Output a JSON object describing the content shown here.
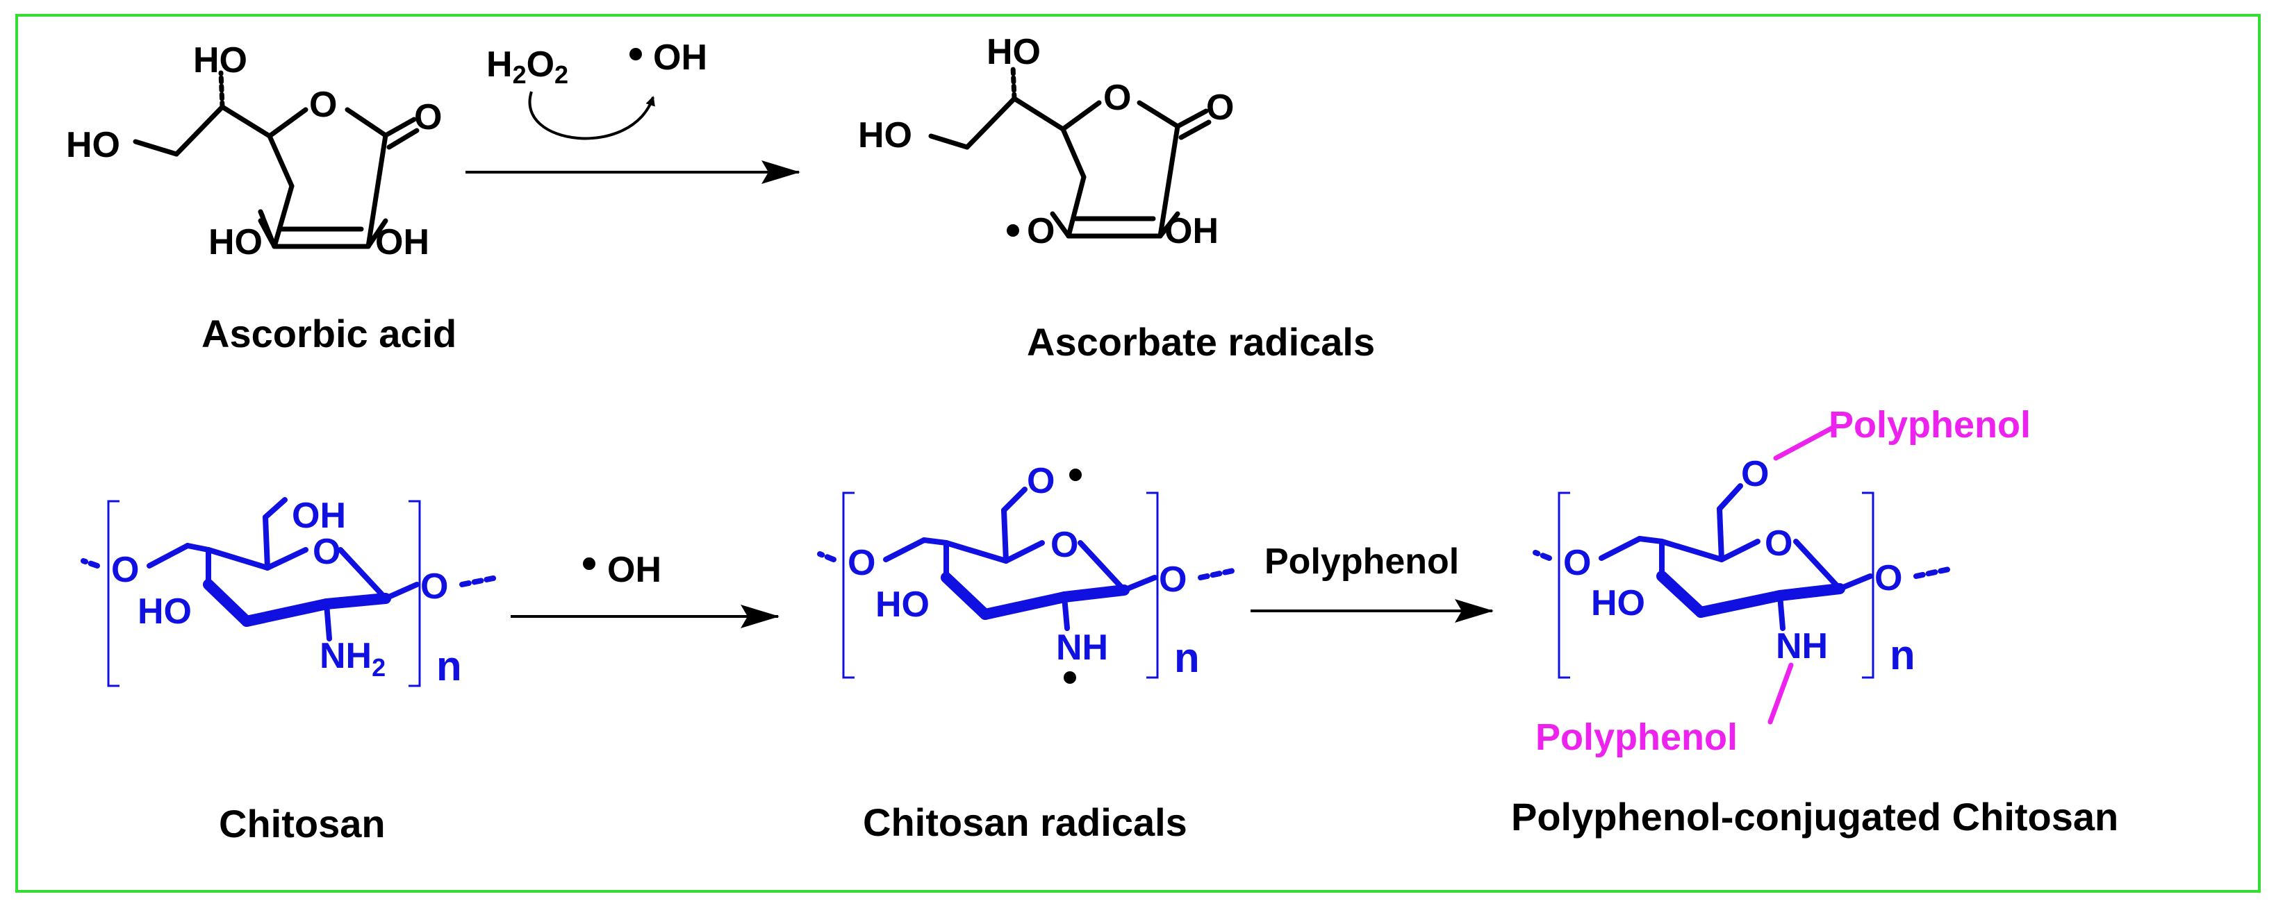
{
  "labels": {
    "ascorbic_acid": "Ascorbic acid",
    "ascorbate_radicals": "Ascorbate radicals",
    "chitosan": "Chitosan",
    "chitosan_radicals": "Chitosan radicals",
    "polyphenol_chitosan": "Polyphenol-conjugated Chitosan"
  },
  "reagents": {
    "h2o2": "H2O2",
    "oh_radical": "OH",
    "polyphenol": "Polyphenol"
  },
  "atoms": {
    "ho": "HO",
    "oh": "OH",
    "o": "O",
    "nh": "NH",
    "nh2": "NH2",
    "n": "n"
  },
  "substituents": {
    "polyphenol_top": "Polyphenol",
    "polyphenol_bottom": "Polyphenol"
  },
  "colors": {
    "border": "#33dd33",
    "chitosan": "#1010e0",
    "polyphenol": "#ee22ee",
    "ascorbic": "#000000"
  }
}
